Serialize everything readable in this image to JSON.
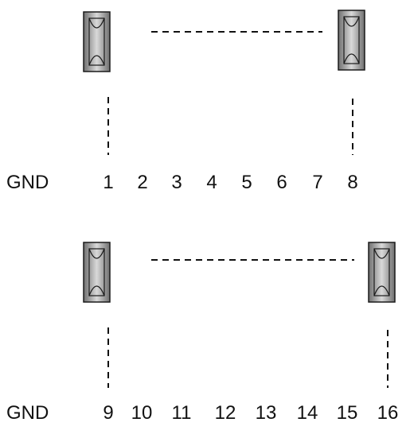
{
  "rows": [
    {
      "ground_label": "GND",
      "pins": [
        "1",
        "2",
        "3",
        "4",
        "5",
        "6",
        "7",
        "8"
      ]
    },
    {
      "ground_label": "GND",
      "pins": [
        "9",
        "10",
        "11",
        "12",
        "13",
        "14",
        "15",
        "16"
      ]
    }
  ],
  "colors": {
    "relay_fill_dark": "#6f6f6f",
    "relay_fill_light": "#d9d9d9",
    "relay_stroke": "#1a1a1a",
    "line": "#111111"
  },
  "icons": [
    "relay-switch-icon"
  ]
}
